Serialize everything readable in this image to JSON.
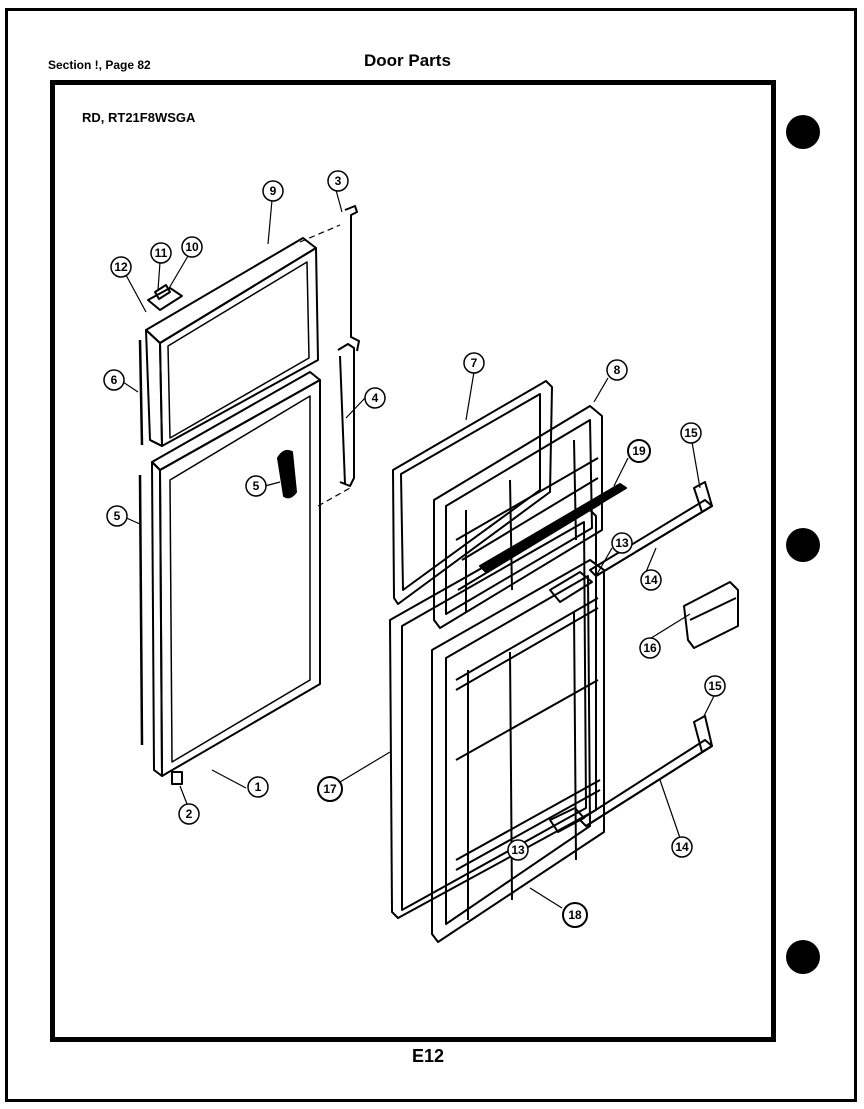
{
  "header": {
    "section_label": "Section !, Page 82",
    "title": "Door Parts"
  },
  "model_label": "RD, RT21F8WSGA",
  "page_code": "E12",
  "callouts": [
    {
      "id": "callout-1",
      "number": "1"
    },
    {
      "id": "callout-2",
      "number": "2"
    },
    {
      "id": "callout-3",
      "number": "3"
    },
    {
      "id": "callout-4",
      "number": "4"
    },
    {
      "id": "callout-5a",
      "number": "5"
    },
    {
      "id": "callout-5b",
      "number": "5"
    },
    {
      "id": "callout-6",
      "number": "6"
    },
    {
      "id": "callout-7",
      "number": "7"
    },
    {
      "id": "callout-8",
      "number": "8"
    },
    {
      "id": "callout-9",
      "number": "9"
    },
    {
      "id": "callout-10",
      "number": "10"
    },
    {
      "id": "callout-11",
      "number": "11"
    },
    {
      "id": "callout-12",
      "number": "12"
    },
    {
      "id": "callout-13a",
      "number": "13"
    },
    {
      "id": "callout-13b",
      "number": "13"
    },
    {
      "id": "callout-14a",
      "number": "14"
    },
    {
      "id": "callout-14b",
      "number": "14"
    },
    {
      "id": "callout-15a",
      "number": "15"
    },
    {
      "id": "callout-15b",
      "number": "15"
    },
    {
      "id": "callout-16",
      "number": "16"
    },
    {
      "id": "callout-17",
      "number": "17"
    },
    {
      "id": "callout-18",
      "number": "18"
    },
    {
      "id": "callout-19",
      "number": "19"
    }
  ]
}
